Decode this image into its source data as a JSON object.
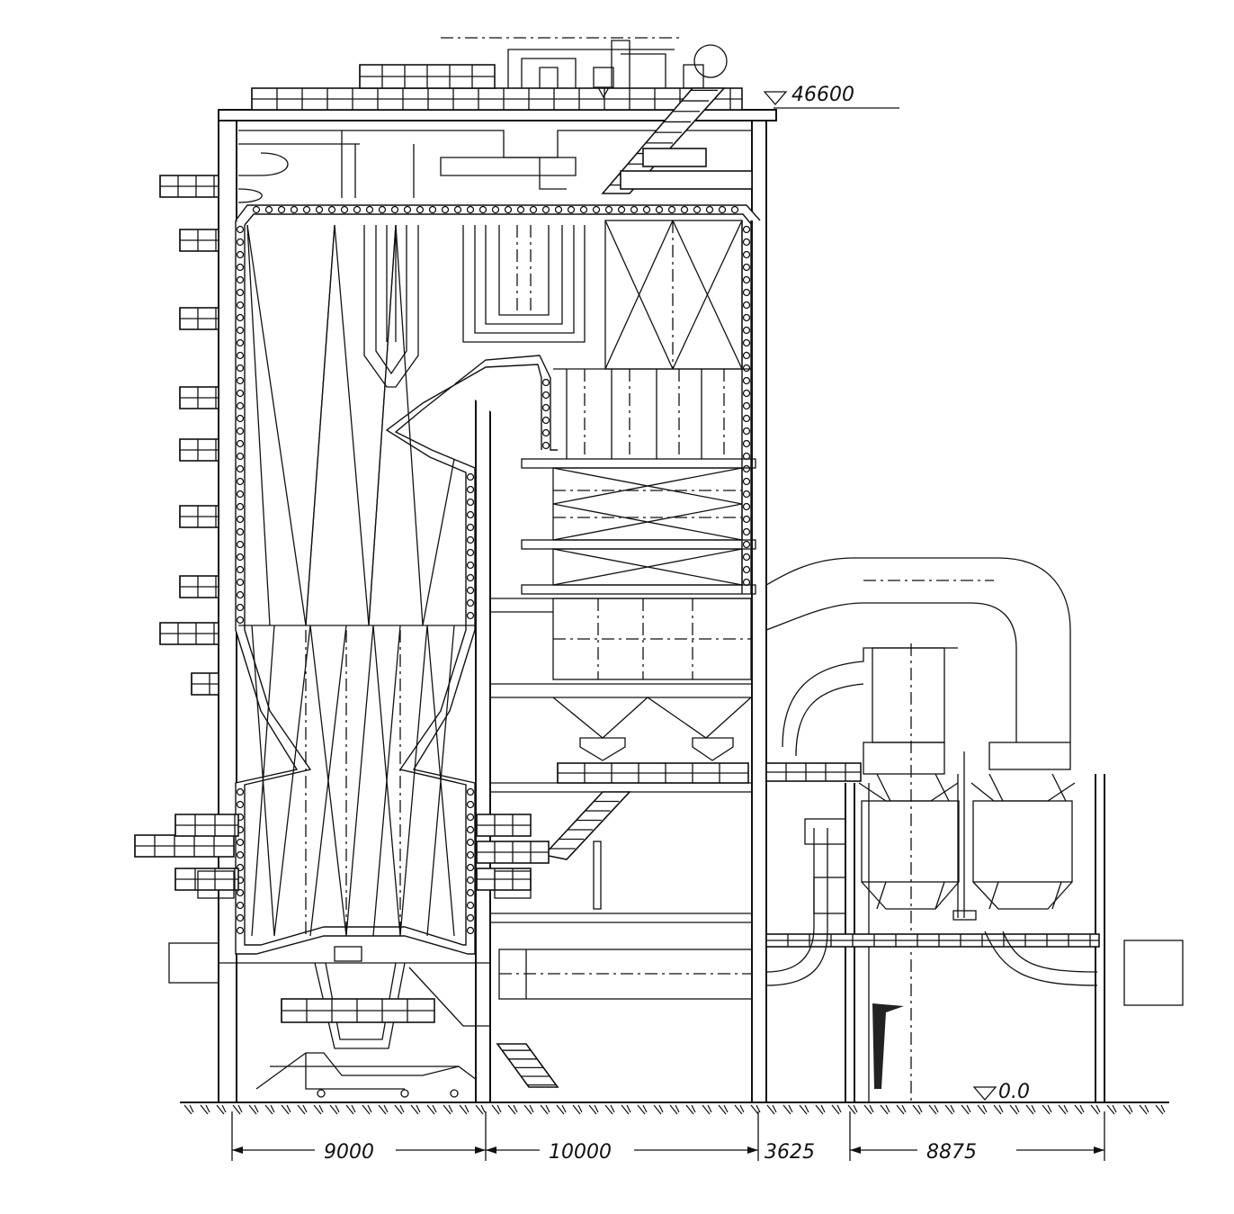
{
  "elevations": {
    "top": "46600",
    "ground": "0.0"
  },
  "dimensions": {
    "d1": "9000",
    "d2": "10000",
    "d3": "3625",
    "d4": "8875"
  }
}
